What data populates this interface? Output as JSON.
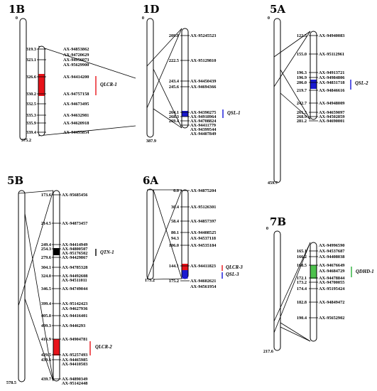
{
  "colors": {
    "red": "#e8131a",
    "blue": "#1414d8",
    "green": "#2bb03a",
    "black": "#000000",
    "red_bar": "#e8131a",
    "blue_bar": "#1a1ad0",
    "green_bar": "#4dc24d"
  },
  "chromosomes": [
    {
      "name": "1B",
      "top": "0",
      "bottom": "375.2",
      "markers": [
        {
          "pos": "319.3",
          "name": "AX-94853862"
        },
        {
          "pos": "",
          "name": "AX-94720629"
        },
        {
          "pos": "323.1",
          "name": "AX-94956073"
        },
        {
          "pos": "",
          "name": "AX-95629900"
        },
        {
          "pos": "326.6",
          "name": "AX-94414200"
        },
        {
          "pos": "330.2",
          "name": "AX-94757158"
        },
        {
          "pos": "332.5",
          "name": "AX-94673495"
        },
        {
          "pos": "335.3",
          "name": "AX-94632981"
        },
        {
          "pos": "335.9",
          "name": "AX-94620918"
        },
        {
          "pos": "339.4",
          "name": "AX-94455854"
        }
      ],
      "qtls": [
        {
          "label": "QLCR-1",
          "color": "red"
        }
      ]
    },
    {
      "name": "1D",
      "top": "0",
      "bottom": "387.9",
      "markers": [
        {
          "pos": "209.8",
          "name": "AX-95245523"
        },
        {
          "pos": "222.5",
          "name": "AX-95129810"
        },
        {
          "pos": "243.4",
          "name": "AX-94450439"
        },
        {
          "pos": "245.6",
          "name": "AX-94694366"
        },
        {
          "pos": "264.1",
          "name": "AX-94390275"
        },
        {
          "pos": "268.3",
          "name": "AX-94918964"
        },
        {
          "pos": "269.4",
          "name": "AX-94708824"
        },
        {
          "pos": "",
          "name": "AX-94411779"
        },
        {
          "pos": "",
          "name": "AX-94399544"
        },
        {
          "pos": "",
          "name": "AX-94407849"
        }
      ],
      "qtls": [
        {
          "label": "QSL-1",
          "color": "blue"
        }
      ]
    },
    {
      "name": "5A",
      "top": "0",
      "bottom": "459.7",
      "markers": [
        {
          "pos": "122.5",
          "name": "AX-94940083"
        },
        {
          "pos": "155.0",
          "name": "AX-95112961"
        },
        {
          "pos": "196.3",
          "name": "AX-94913721"
        },
        {
          "pos": "196.9",
          "name": "AX-94984806"
        },
        {
          "pos": "206.0",
          "name": "AX-94831718"
        },
        {
          "pos": "219.7",
          "name": "AX-94846616"
        },
        {
          "pos": "242.7",
          "name": "AX-94948009"
        },
        {
          "pos": "261.3",
          "name": "AX-94659097"
        },
        {
          "pos": "268.9",
          "name": "AX-94502859"
        },
        {
          "pos": "281.2",
          "name": "AX-94690001"
        }
      ],
      "qtls": [
        {
          "label": "QSL-2",
          "color": "blue"
        }
      ]
    },
    {
      "name": "5B",
      "top": "0",
      "bottom": "578.5",
      "markers": [
        {
          "pos": "173.6",
          "name": "AX-95685456"
        },
        {
          "pos": "214.5",
          "name": "AX-94873457"
        },
        {
          "pos": "249.4",
          "name": "AX-94414949"
        },
        {
          "pos": "254.3",
          "name": "AX-94800507"
        },
        {
          "pos": "",
          "name": "AX-95176502"
        },
        {
          "pos": "279.6",
          "name": "AX-94429867"
        },
        {
          "pos": "304.1",
          "name": "AX-94785328"
        },
        {
          "pos": "324.0",
          "name": "AX-94492608"
        },
        {
          "pos": "",
          "name": "AX-94511011"
        },
        {
          "pos": "346.5",
          "name": "AX-94749044"
        },
        {
          "pos": "399.4",
          "name": "AX-95142423"
        },
        {
          "pos": "",
          "name": "AX-94627936"
        },
        {
          "pos": "405.8",
          "name": "AX-94416401"
        },
        {
          "pos": "409.3",
          "name": "AX-9446293"
        },
        {
          "pos": "416.9",
          "name": "AX-94904781"
        },
        {
          "pos": "429.5",
          "name": "AX-95257493"
        },
        {
          "pos": "430.6",
          "name": "AX-94465985"
        },
        {
          "pos": "",
          "name": "AX-94410503"
        },
        {
          "pos": "439.7",
          "name": "AX-94890349"
        },
        {
          "pos": "",
          "name": "AX-95142448"
        }
      ],
      "qtls": [
        {
          "label": "QTN-1",
          "color": "black"
        },
        {
          "label": "QLCR-2",
          "color": "red"
        }
      ]
    },
    {
      "name": "6A",
      "top": "0",
      "bottom": "175.2",
      "markers": [
        {
          "pos": "0.0",
          "name": "AX-94875204"
        },
        {
          "pos": "30.4",
          "name": "AX-95126301"
        },
        {
          "pos": "58.4",
          "name": "AX-94857397"
        },
        {
          "pos": "80.1",
          "name": "AX-94408525"
        },
        {
          "pos": "94.3",
          "name": "AX-94537118"
        },
        {
          "pos": "106.0",
          "name": "AX-94535184"
        },
        {
          "pos": "144.1",
          "name": "AX-94411823"
        },
        {
          "pos": "175.2",
          "name": "AX-94602621"
        },
        {
          "pos": "",
          "name": "AX-94561954"
        }
      ],
      "qtls": [
        {
          "label": "QLCR-3",
          "color": "red"
        },
        {
          "label": "QSL-3",
          "color": "blue"
        }
      ]
    },
    {
      "name": "7B",
      "top": "0",
      "bottom": "217.6",
      "markers": [
        {
          "pos": "",
          "name": "AX-94996590"
        },
        {
          "pos": "165.1",
          "name": "AX-94537687"
        },
        {
          "pos": "166.2",
          "name": "AX-94408038"
        },
        {
          "pos": "168.5",
          "name": "AX-94676649"
        },
        {
          "pos": "",
          "name": "AX-94684729"
        },
        {
          "pos": "172.1",
          "name": "AX-94478844"
        },
        {
          "pos": "173.2",
          "name": "AX-94700055"
        },
        {
          "pos": "174.4",
          "name": "AX-95195424"
        },
        {
          "pos": "182.8",
          "name": "AX-94849472"
        },
        {
          "pos": "190.4",
          "name": "AX-95652902"
        }
      ],
      "qtls": [
        {
          "label": "QDHD-1",
          "color": "green"
        }
      ]
    }
  ]
}
